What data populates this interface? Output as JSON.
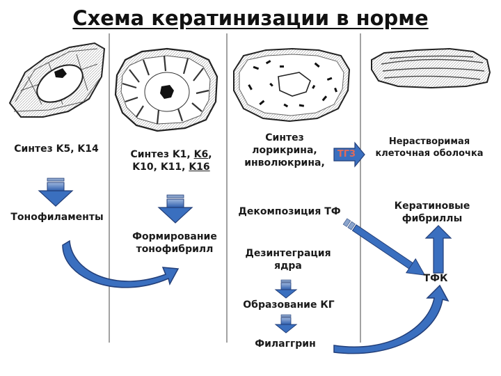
{
  "title": "Схема кератинизации в норме",
  "col1": {
    "synthesis": "Синтез K5, K14",
    "result": "Тонофиламенты"
  },
  "col2": {
    "synthesis_line1_prefix": "Синтез K1, ",
    "synthesis_line1_under": "K6",
    "synthesis_line1_suffix": ",",
    "synthesis_line2_prefix": "K10, K11, ",
    "synthesis_line2_under": "K16",
    "result_line1": "Формирование",
    "result_line2": "тонофибрилл"
  },
  "col3": {
    "synthesis_line1": "Синтез",
    "synthesis_line2": "лорикрина,",
    "synthesis_line3": "инволюкрина,",
    "tg_label": "ТГ3",
    "decomposition": "Декомпозиция ТФ",
    "disintegration_line1": "Дезинтеграция",
    "disintegration_line2": "ядра",
    "kg_formation": "Образование КГ",
    "filaggrin": "Филаггрин"
  },
  "col4": {
    "envelope_line1": "Нерастворимая",
    "envelope_line2": "клеточная оболочка",
    "fibrils_line1": "Кератиновые",
    "fibrils_line2": "фибриллы",
    "tfk": "ТФК"
  },
  "colors": {
    "arrow_blue": "#3a6fbf",
    "arrow_outline": "#223e78",
    "tg_text": "#e06a5a",
    "divider": "#444444"
  }
}
